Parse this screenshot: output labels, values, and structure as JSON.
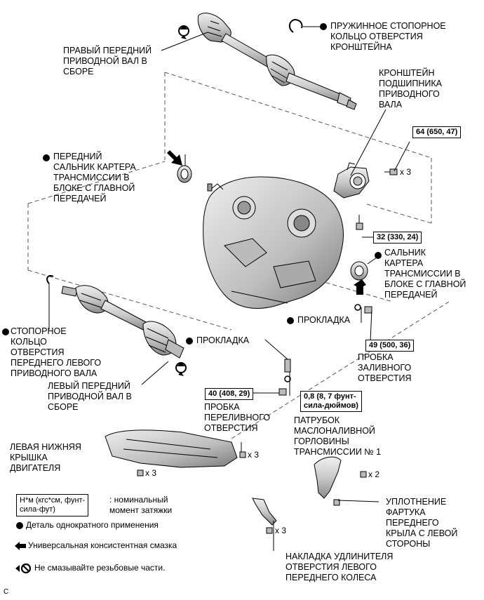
{
  "labels": {
    "snap_ring_bracket": "ПРУЖИННОЕ СТОПОРНОЕ\nКОЛЬЦО ОТВЕРСТИЯ\nКРОНШТЕЙНА",
    "right_shaft": "ПРАВЫЙ ПЕРЕДНИЙ\nПРИВОДНОЙ ВАЛ В\nСБОРЕ",
    "bearing_bracket": "КРОНШТЕЙН\nПОДШИПНИКА\nПРИВОДНОГО\nВАЛА",
    "front_oil_seal": "ПЕРЕДНИЙ\nСАЛЬНИК КАРТЕРА\nТРАНСМИССИИ В\nБЛОКЕ С ГЛАВНОЙ\nПЕРЕДАЧЕЙ",
    "oil_seal_right": "САЛЬНИК\nКАРТЕРА\nТРАНСМИССИИ В\nБЛОКЕ С ГЛАВНОЙ\nПЕРЕДАЧЕЙ",
    "gasket_upper": "ПРОКЛАДКА",
    "snap_ring_left": "СТОПОРНОЕ\nКОЛЬЦО\nОТВЕРСТИЯ\nПЕРЕДНЕГО ЛЕВОГО\nПРИВОДНОГО ВАЛА",
    "gasket_lower": "ПРОКЛАДКА",
    "filler_plug": "ПРОБКА\nЗАЛИВНОГО\nОТВЕРСТИЯ",
    "left_shaft": "ЛЕВЫЙ ПЕРЕДНИЙ\nПРИВОДНОЙ ВАЛ В\nСБОРЕ",
    "overflow_plug": "ПРОБКА\nПЕРЕЛИВНОГО\nОТВЕРСТИЯ",
    "filler_tube": "ПАТРУБОК\nМАСЛОНАЛИВНОЙ\nГОРЛОВИНЫ\nТРАНСМИССИИ № 1",
    "engine_cover": "ЛЕВАЯ НИЖНЯЯ\nКРЫШКА\nДВИГАТЕЛЯ",
    "fender_seal": "УПЛОТНЕНИЕ\nФАРТУКА\nПЕРЕДНЕГО\nКРЫЛА С ЛЕВОЙ\nСТОРОНЫ",
    "wheel_opening": "НАКЛАДКА УДЛИНИТЕЛЯ\nОТВЕРСТИЯ ЛЕВОГО\nПЕРЕДНЕГО КОЛЕСА"
  },
  "torques": {
    "t64": "64 (650, 47)",
    "t32": "32 (330, 24)",
    "t49": "49 (500, 36)",
    "t40": "40 (408, 29)",
    "t08": "0,8 (8, 7 фунт-\nсила-дюймов)"
  },
  "qty": {
    "q_bracket": "x 3",
    "q_cover_r": "x 3",
    "q_cover_l": "x 3",
    "q_fender": "x 2",
    "q_wheel": "x 3"
  },
  "legend": {
    "torque_box": "Н*м (кгс*см, фунт-\nсила-фут)",
    "torque_text": ": номинальный\nмомент затяжки",
    "non_reusable": "Деталь однократного применения",
    "grease": "Универсальная консистентная смазка",
    "no_lube": "Не смазывайте резьбовые части."
  },
  "footer": {
    "code": "C"
  }
}
